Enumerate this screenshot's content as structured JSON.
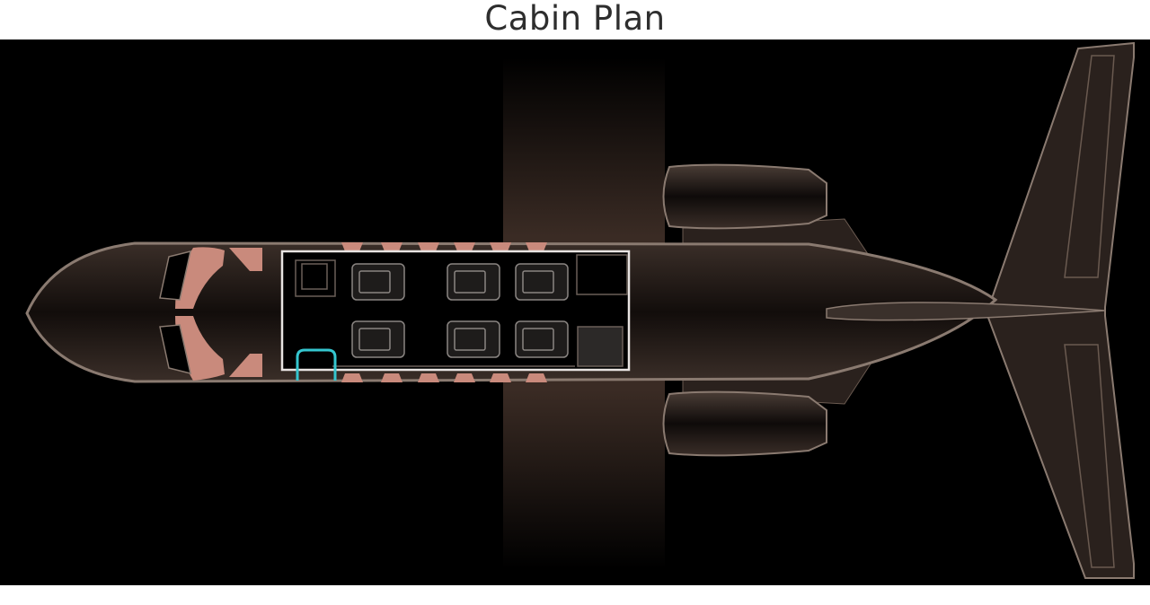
{
  "page": {
    "title": "Cabin Plan"
  },
  "diagram": {
    "subject": "aircraft-cabin-floor-plan",
    "colors": {
      "background": "#000000",
      "fuselage": "#2a211d",
      "outline": "#7a6a60",
      "cockpit_seat": "#c98a7c",
      "window": "#c98a7c",
      "cabin_outline": "#e8e4e2",
      "seat_outline": "#8a8582",
      "door": "#35c6cf"
    },
    "cabin": {
      "seat_count": 6,
      "window_count_per_side": 6
    }
  }
}
